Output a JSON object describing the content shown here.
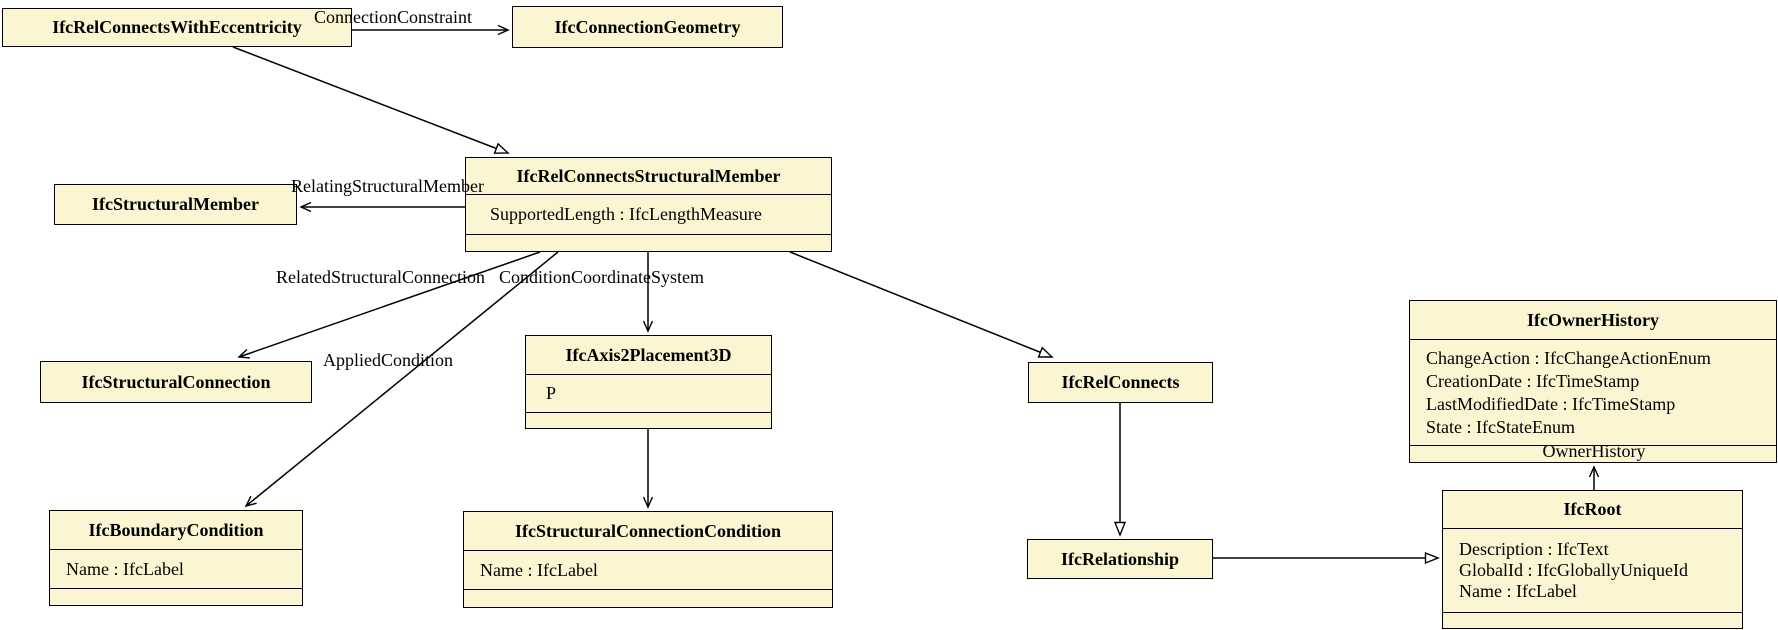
{
  "diagram": {
    "title": "IFC structural connectivity class diagram",
    "background_color": "#ffffff",
    "box_fill_color": "#fbf6d1",
    "box_border_color": "#000000"
  },
  "classes": [
    {
      "name": "IfcRelConnectsWithEccentricity",
      "attributes": []
    },
    {
      "name": "IfcConnectionGeometry",
      "attributes": []
    },
    {
      "name": "IfcRelConnectsStructuralMember",
      "attributes": [
        "SupportedLength : IfcLengthMeasure"
      ]
    },
    {
      "name": "IfcStructuralMember",
      "attributes": []
    },
    {
      "name": "IfcStructuralConnection",
      "attributes": []
    },
    {
      "name": "IfcAxis2Placement3D",
      "attributes": [
        "P"
      ]
    },
    {
      "name": "IfcRelConnects",
      "attributes": []
    },
    {
      "name": "IfcOwnerHistory",
      "attributes": [
        "ChangeAction : IfcChangeActionEnum",
        "CreationDate : IfcTimeStamp",
        "LastModifiedDate : IfcTimeStamp",
        "State : IfcStateEnum"
      ]
    },
    {
      "name": "IfcBoundaryCondition",
      "attributes": [
        "Name : IfcLabel"
      ]
    },
    {
      "name": "IfcStructuralConnectionCondition",
      "attributes": [
        "Name : IfcLabel"
      ]
    },
    {
      "name": "IfcRelationship",
      "attributes": []
    },
    {
      "name": "IfcRoot",
      "attributes": [
        "Description : IfcText",
        "GlobalId : IfcGloballyUniqueId",
        "Name : IfcLabel"
      ]
    }
  ],
  "edge_labels": {
    "connection_constraint": "ConnectionConstraint",
    "relating_structural_member": "RelatingStructuralMember",
    "related_structural_connection": "RelatedStructuralConnection",
    "condition_coordinate_system": "ConditionCoordinateSystem",
    "applied_condition": "AppliedCondition",
    "owner_history": "OwnerHistory"
  }
}
